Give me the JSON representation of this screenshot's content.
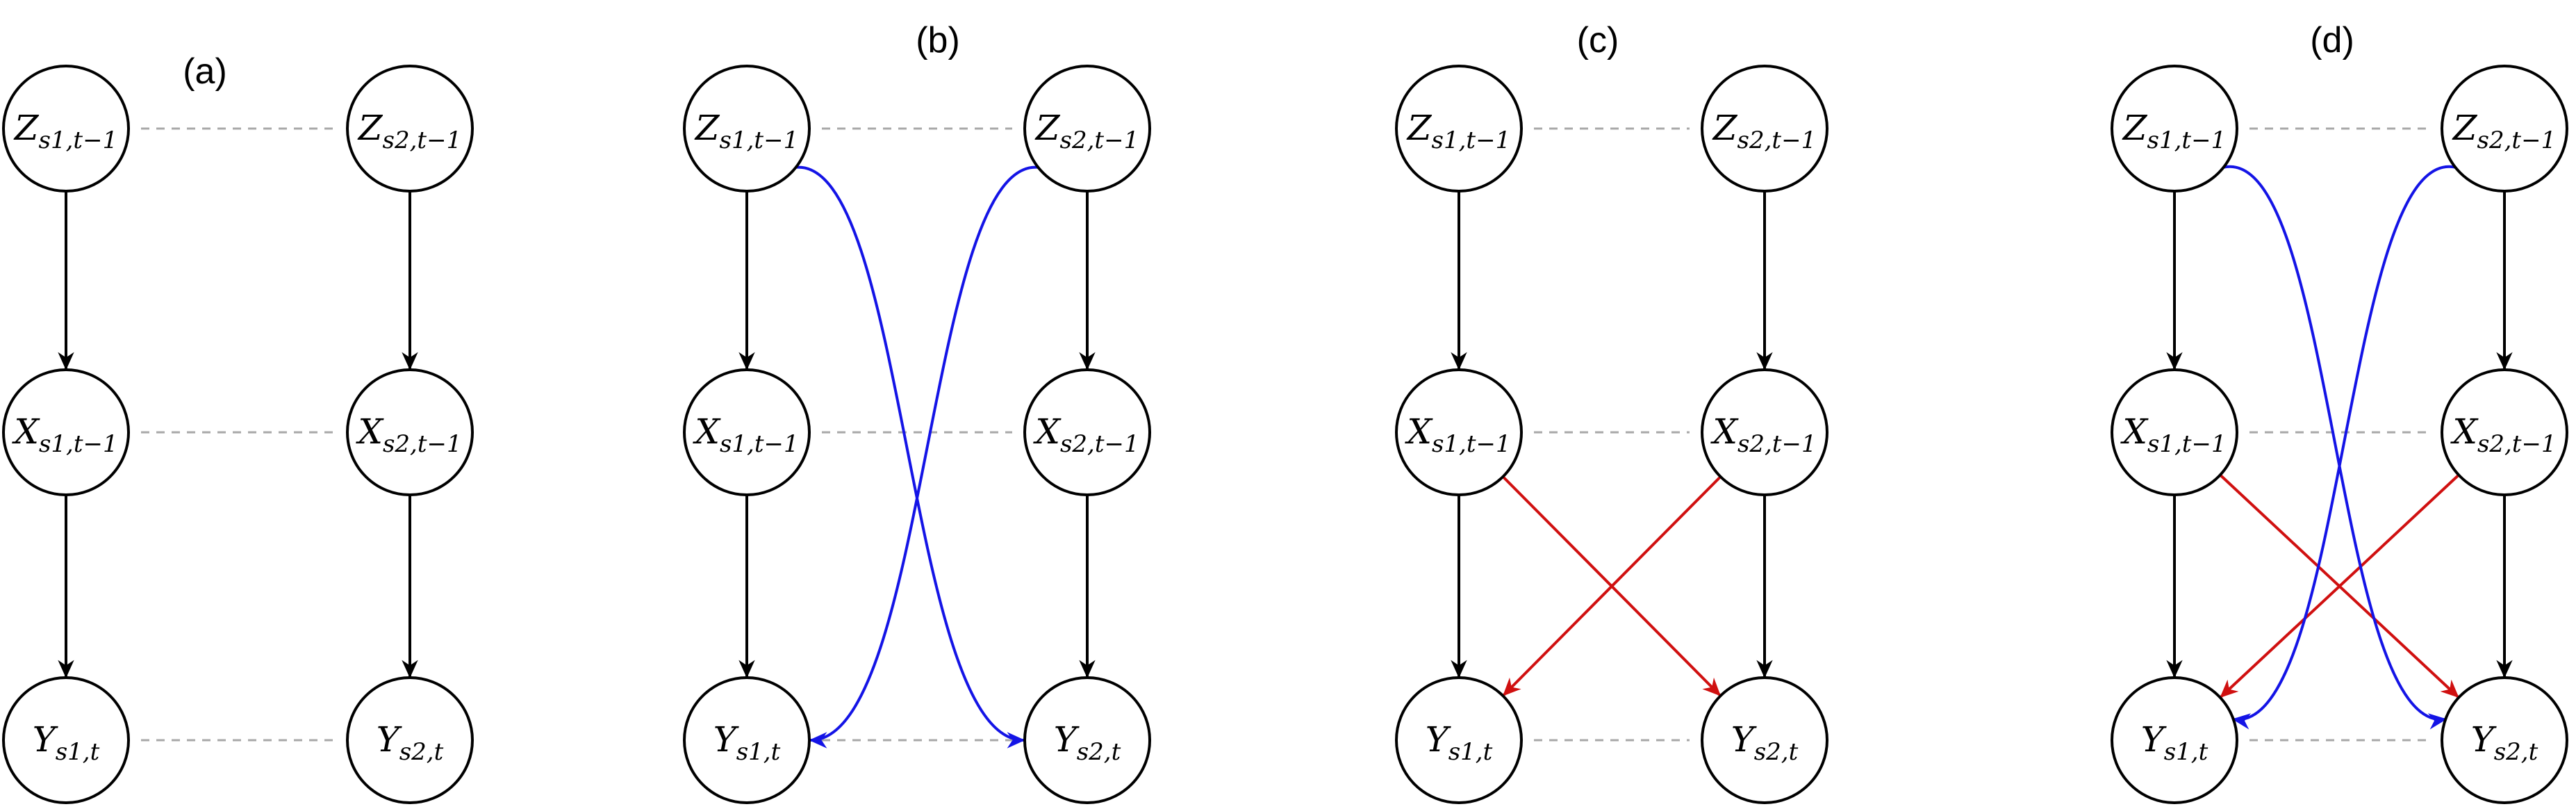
{
  "panels": [
    {
      "label": "(a)",
      "nodes": {
        "Z1": {
          "main": "Z",
          "sub": "s1,t−1"
        },
        "Z2": {
          "main": "Z",
          "sub": "s2,t−1"
        },
        "X1": {
          "main": "X",
          "sub": "s1,t−1"
        },
        "X2": {
          "main": "X",
          "sub": "s2,t−1"
        },
        "Y1": {
          "main": "Y",
          "sub": "s1,t"
        },
        "Y2": {
          "main": "Y",
          "sub": "s2,t"
        }
      },
      "edges": [
        {
          "from": "Z1",
          "to": "X1",
          "kind": "direct",
          "color": "#000000"
        },
        {
          "from": "X1",
          "to": "Y1",
          "kind": "direct",
          "color": "#000000"
        },
        {
          "from": "Z2",
          "to": "X2",
          "kind": "direct",
          "color": "#000000"
        },
        {
          "from": "X2",
          "to": "Y2",
          "kind": "direct",
          "color": "#000000"
        }
      ],
      "links": [
        [
          "Z1",
          "Z2"
        ],
        [
          "X1",
          "X2"
        ],
        [
          "Y1",
          "Y2"
        ]
      ]
    },
    {
      "label": "(b)",
      "nodes": {
        "Z1": {
          "main": "Z",
          "sub": "s1,t−1"
        },
        "Z2": {
          "main": "Z",
          "sub": "s2,t−1"
        },
        "X1": {
          "main": "X",
          "sub": "s1,t−1"
        },
        "X2": {
          "main": "X",
          "sub": "s2,t−1"
        },
        "Y1": {
          "main": "Y",
          "sub": "s1,t"
        },
        "Y2": {
          "main": "Y",
          "sub": "s2,t"
        }
      },
      "edges": [
        {
          "from": "Z1",
          "to": "X1",
          "kind": "direct",
          "color": "#000000"
        },
        {
          "from": "X1",
          "to": "Y1",
          "kind": "direct",
          "color": "#000000"
        },
        {
          "from": "Z2",
          "to": "X2",
          "kind": "direct",
          "color": "#000000"
        },
        {
          "from": "X2",
          "to": "Y2",
          "kind": "direct",
          "color": "#000000"
        },
        {
          "from": "Z1",
          "to": "Y2",
          "kind": "confounded",
          "color": "#1414e6"
        },
        {
          "from": "Z2",
          "to": "Y1",
          "kind": "confounded",
          "color": "#1414e6"
        }
      ],
      "links": [
        [
          "Z1",
          "Z2"
        ],
        [
          "X1",
          "X2"
        ],
        [
          "Y1",
          "Y2"
        ]
      ]
    },
    {
      "label": "(c)",
      "nodes": {
        "Z1": {
          "main": "Z",
          "sub": "s1,t−1"
        },
        "Z2": {
          "main": "Z",
          "sub": "s2,t−1"
        },
        "X1": {
          "main": "X",
          "sub": "s1,t−1"
        },
        "X2": {
          "main": "X",
          "sub": "s2,t−1"
        },
        "Y1": {
          "main": "Y",
          "sub": "s1,t"
        },
        "Y2": {
          "main": "Y",
          "sub": "s2,t"
        }
      },
      "edges": [
        {
          "from": "Z1",
          "to": "X1",
          "kind": "direct",
          "color": "#000000"
        },
        {
          "from": "X1",
          "to": "Y1",
          "kind": "direct",
          "color": "#000000"
        },
        {
          "from": "Z2",
          "to": "X2",
          "kind": "direct",
          "color": "#000000"
        },
        {
          "from": "X2",
          "to": "Y2",
          "kind": "direct",
          "color": "#000000"
        },
        {
          "from": "X1",
          "to": "Y2",
          "kind": "interference",
          "color": "#d01010"
        },
        {
          "from": "X2",
          "to": "Y1",
          "kind": "interference",
          "color": "#d01010"
        }
      ],
      "links": [
        [
          "Z1",
          "Z2"
        ],
        [
          "X1",
          "X2"
        ],
        [
          "Y1",
          "Y2"
        ]
      ]
    },
    {
      "label": "(d)",
      "nodes": {
        "Z1": {
          "main": "Z",
          "sub": "s1,t−1"
        },
        "Z2": {
          "main": "Z",
          "sub": "s2,t−1"
        },
        "X1": {
          "main": "X",
          "sub": "s1,t−1"
        },
        "X2": {
          "main": "X",
          "sub": "s2,t−1"
        },
        "Y1": {
          "main": "Y",
          "sub": "s1,t"
        },
        "Y2": {
          "main": "Y",
          "sub": "s2,t"
        }
      },
      "edges": [
        {
          "from": "Z1",
          "to": "X1",
          "kind": "direct",
          "color": "#000000"
        },
        {
          "from": "X1",
          "to": "Y1",
          "kind": "direct",
          "color": "#000000"
        },
        {
          "from": "Z2",
          "to": "X2",
          "kind": "direct",
          "color": "#000000"
        },
        {
          "from": "X2",
          "to": "Y2",
          "kind": "direct",
          "color": "#000000"
        },
        {
          "from": "X1",
          "to": "Y2",
          "kind": "interference",
          "color": "#d01010"
        },
        {
          "from": "X2",
          "to": "Y1",
          "kind": "interference",
          "color": "#d01010"
        },
        {
          "from": "Z1",
          "to": "Y2",
          "kind": "confounded-inner",
          "color": "#1414e6"
        },
        {
          "from": "Z2",
          "to": "Y1",
          "kind": "confounded-inner",
          "color": "#1414e6"
        }
      ],
      "links": [
        [
          "Z1",
          "Z2"
        ],
        [
          "X1",
          "X2"
        ],
        [
          "Y1",
          "Y2"
        ]
      ]
    }
  ]
}
